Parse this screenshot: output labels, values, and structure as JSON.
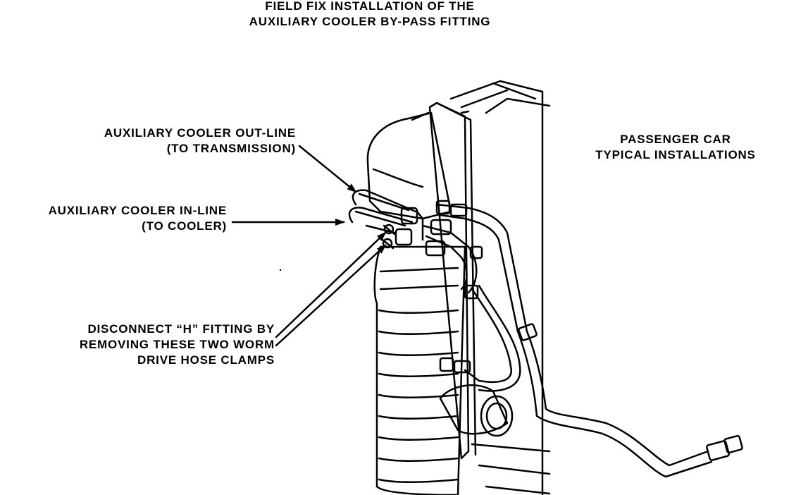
{
  "title": {
    "line1": "FIELD FIX INSTALLATION OF THE",
    "line2": "AUXILIARY COOLER BY-PASS FITTING"
  },
  "callouts": {
    "out_line": {
      "line1": "AUXILIARY COOLER OUT-LINE",
      "line2": "(TO TRANSMISSION)"
    },
    "in_line": {
      "line1": "AUXILIARY COOLER IN-LINE",
      "line2": "(TO COOLER)"
    },
    "disconnect": {
      "line1": "DISCONNECT “H” FITTING BY",
      "line2": "REMOVING THESE TWO WORM",
      "line3": "DRIVE HOSE CLAMPS"
    },
    "passenger": {
      "line1": "PASSENGER CAR",
      "line2": "TYPICAL INSTALLATIONS"
    }
  },
  "colors": {
    "ink": "#000000",
    "paper": "#ffffff"
  }
}
